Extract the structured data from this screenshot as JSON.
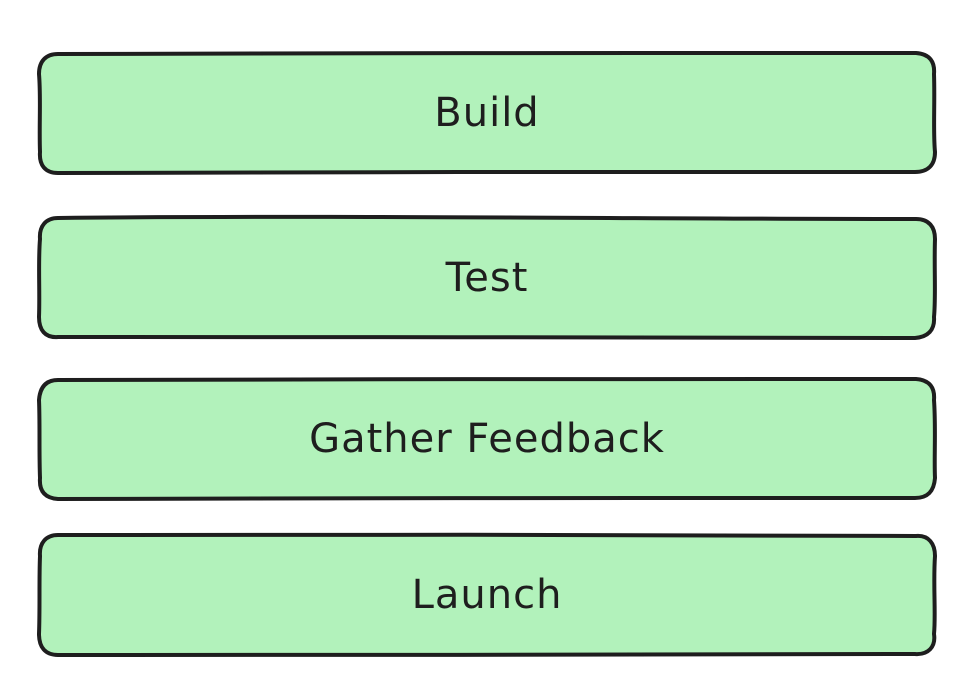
{
  "colors": {
    "box_fill": "#b2f2bb",
    "box_stroke": "#1e1e1e",
    "text": "#1e1e1e",
    "background": "#ffffff"
  },
  "steps": [
    {
      "label": "Build"
    },
    {
      "label": "Test"
    },
    {
      "label": "Gather Feedback"
    },
    {
      "label": "Launch"
    }
  ]
}
